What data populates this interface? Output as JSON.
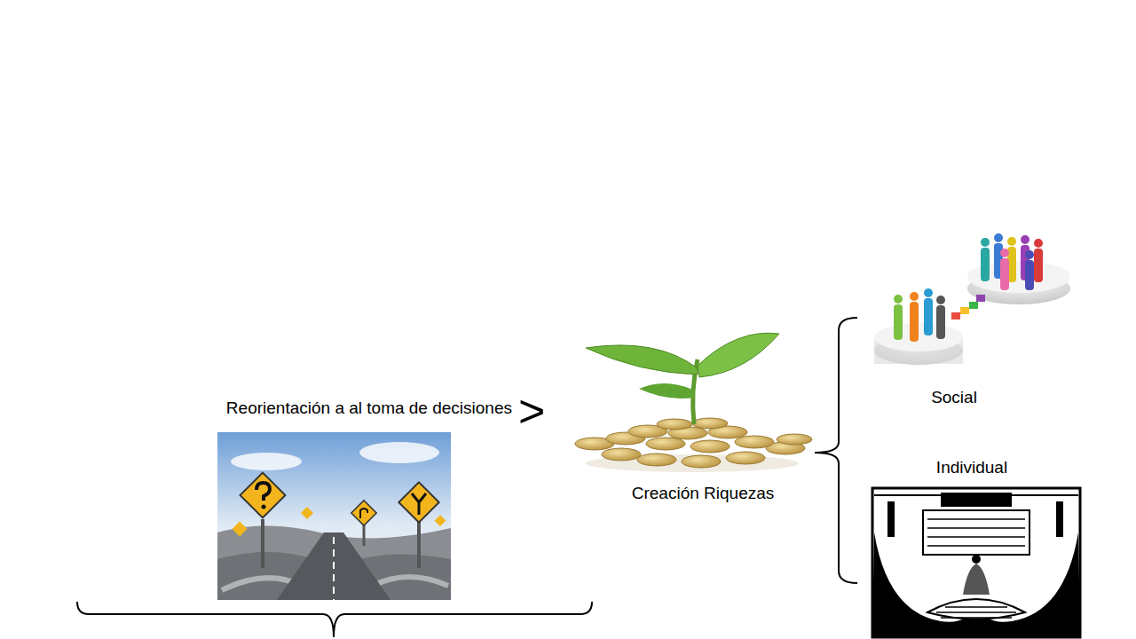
{
  "diagram": {
    "nodes": [
      {
        "text": [
          "Reorientación a al toma de decisiones"
        ]
      },
      {
        "text": [
          "Creación Riquezas"
        ]
      },
      {
        "text": [
          "Social"
        ]
      },
      {
        "text": [
          "Individual"
        ]
      }
    ],
    "labels": [
      ">"
    ]
  }
}
